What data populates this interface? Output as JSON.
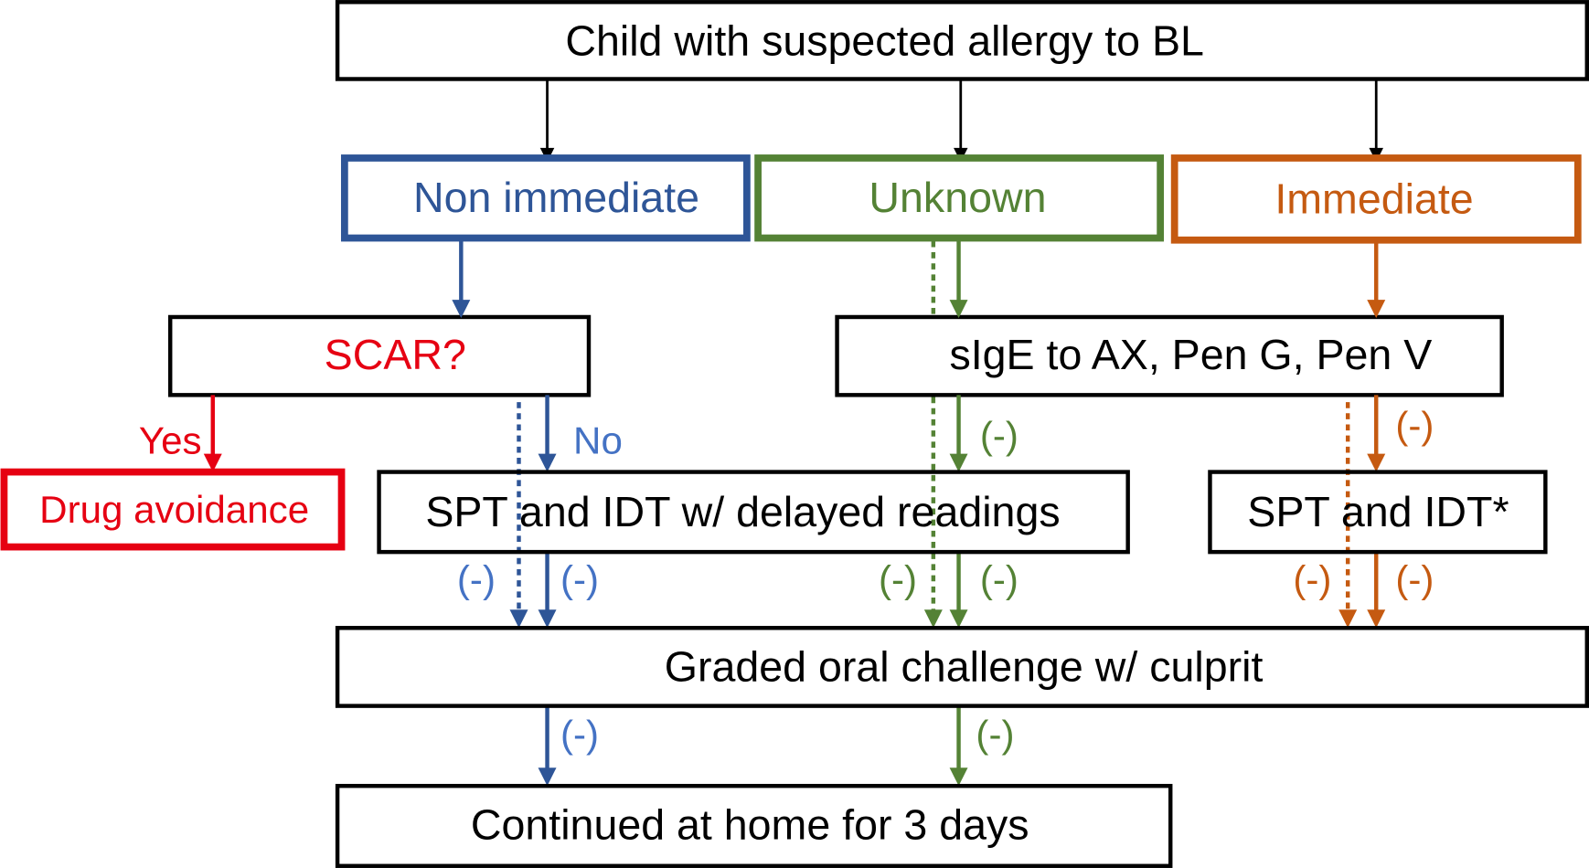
{
  "colors": {
    "blue": "#2e5597",
    "blue_label": "#4472c4",
    "green": "#548235",
    "orange": "#c55a11",
    "red": "#e60012",
    "black": "#000000"
  },
  "nodes": {
    "root": "Child with suspected allergy to BL",
    "non_immediate": "Non immediate",
    "unknown": "Unknown",
    "immediate": "Immediate",
    "scar": "SCAR?",
    "sige": "sIgE to AX, Pen G, Pen V",
    "drug_avoidance": "Drug avoidance",
    "spt_delayed": "SPT and IDT w/ delayed readings",
    "spt_idt": "SPT and IDT*",
    "graded_challenge": "Graded oral challenge w/ culprit",
    "continued_home": "Continued at home for 3 days"
  },
  "edge_labels": {
    "yes": "Yes",
    "no": "No",
    "negative": "(-)"
  }
}
